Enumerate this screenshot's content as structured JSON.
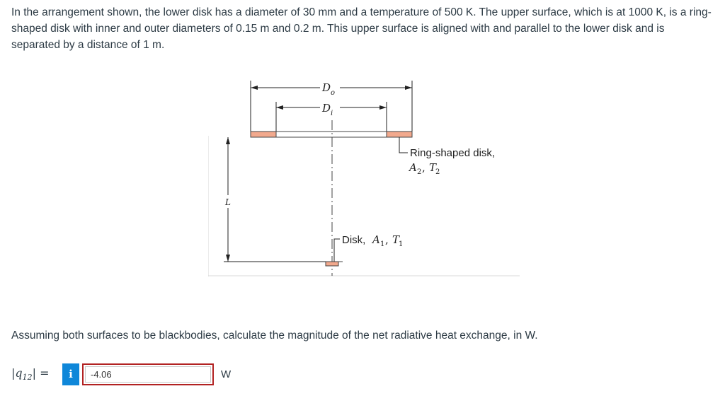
{
  "problem": {
    "intro": "In the arrangement shown, the lower disk has a diameter of 30 mm and a temperature of 500 K. The upper surface, which is at 1000 K, is a ring-shaped disk with inner and outer diameters of 0.15 m and 0.2 m. This upper surface is aligned with and parallel to the lower disk and is separated by a distance of 1 m.",
    "question": "Assuming both surfaces to be blackbodies, calculate the magnitude of the net radiative heat exchange, in W."
  },
  "figure": {
    "label_do_main": "D",
    "label_do_sub": "o",
    "label_di_main": "D",
    "label_di_sub": "i",
    "label_L": "L",
    "ring_label_line1": "Ring-shaped disk,",
    "ring_A": "A",
    "ring_A_sub": "2",
    "ring_T": "T",
    "ring_T_sub": "2",
    "disk_label": "Disk, ",
    "disk_A": "A",
    "disk_A_sub": "1",
    "disk_T": "T",
    "disk_T_sub": "1",
    "colors": {
      "ring_fill": "#f2a98d",
      "line": "#222222",
      "frame": "#d8d8d8"
    }
  },
  "answer": {
    "label_main": "|q",
    "label_sub": "12",
    "label_end": "| =",
    "info_icon": "i",
    "value": "-4.06",
    "unit": "W"
  }
}
